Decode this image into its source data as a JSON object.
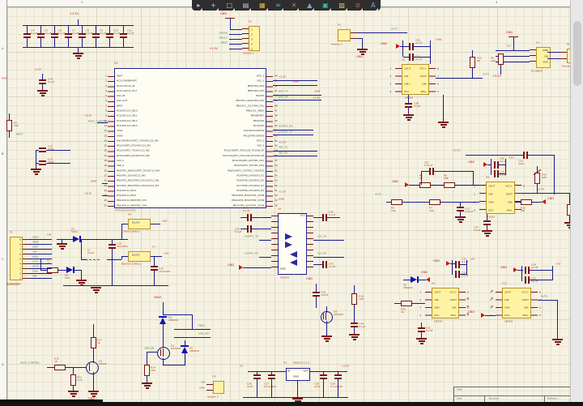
{
  "toolbar": {
    "icons": [
      {
        "name": "cursor-tool-icon",
        "glyph": "▸",
        "color": "#C8C8C8"
      },
      {
        "name": "crosshair-tool-icon",
        "glyph": "+",
        "color": "#C8C8C8"
      },
      {
        "name": "selection-rect-icon",
        "glyph": "□",
        "color": "#C8C8C8"
      },
      {
        "name": "align-tool-icon",
        "glyph": "▤",
        "color": "#C8C8C8"
      },
      {
        "name": "place-part-icon",
        "glyph": "▦",
        "color": "#E2B93B"
      },
      {
        "name": "place-wire-icon",
        "glyph": "≈",
        "color": "#59C2C2"
      },
      {
        "name": "probe-tool-icon",
        "glyph": "✕",
        "color": "#D96A6A"
      },
      {
        "name": "directive-flag-icon",
        "glyph": "▲",
        "color": "#7FA3E0"
      },
      {
        "name": "place-sheet-icon",
        "glyph": "▣",
        "color": "#3FBFA9"
      },
      {
        "name": "place-image-icon",
        "glyph": "▧",
        "color": "#E2C94B"
      },
      {
        "name": "no-erc-icon",
        "glyph": "⊘",
        "color": "#E05555"
      },
      {
        "name": "place-text-icon",
        "glyph": "A",
        "color": "#6FA8FF"
      }
    ]
  },
  "sheet": {
    "zones_left": {
      "a": "A",
      "b": "B",
      "c": "C",
      "d": "D"
    },
    "zones_top": {
      "n1": "1",
      "n4": "4"
    }
  },
  "title_block": {
    "title": "Title",
    "size": "Size",
    "number": "Number",
    "revision": "Revision"
  },
  "power": {
    "p33": "+3.3V",
    "p5": "+5V",
    "gnd": "GND",
    "vin": "VIN",
    "vbus": "VBUS"
  },
  "nets": {
    "out1": "OUT1",
    "out2": "OUT2",
    "out3": "OUT3",
    "out4": "OUT4",
    "out5": "OUT5",
    "swdio": "SWDIO",
    "swclk": "SWCLK",
    "nrst": "NRST",
    "u1tx": "USART1_TX",
    "u1rx": "USART1_RX",
    "tx232": "232_TX",
    "rx232": "232_RX",
    "dq": "DQ",
    "heat": "HEAT_CONTROL",
    "wtx": "WIFI_TX",
    "wrx": "WIFI_RX",
    "rtx": "485_TX",
    "rrx": "485_RX",
    "usbdet": "USB_DET",
    "usben": "USB_EN",
    "v5": "5V"
  },
  "mcu": {
    "ref": "U1",
    "part": "STM32F103VCT6",
    "left_pins": "VBAT\nPC13-TAMPER-RTC\nPC14-OSC32_IN\nPC15-OSC32_OUT\nOSC_IN\nOSC_OUT\nNRST\nPC0/ADC123_IN10\nPC1/ADC123_IN11\nPC2/ADC123_IN12\nPC3/ADC123_IN13\nVSSA\nVDDA\nPA0-WKUP/USART2_CTS/ADC123_IN0\nPA1/USART2_RTS/ADC123_IN1\nPA2/USART2_TX/ADC123_IN2\nPA3/USART2_RX/ADC123_IN3\nVSS_4\nVDD_4\nPA4/SPI1_NSS/USART2_CK/ADC12_IN4\nPA5/SPI1_SCK/ADC12_IN5\nPA6/SPI1_MISO/TIM3_CH1/ADC12_IN6\nPA7/SPI1_MOSI/TIM3_CH2/ADC12_IN7\nPC4/ADC12_IN14\nPC5/ADC12_IN15\nPB0/ADC12_IN8/TIM3_CH3\nPB1/ADC12_IN9/TIM3_CH4",
    "right_pins": "VDD_3\nVSS_3\nPB9/TIM4_CH4\nPB8/TIM4_CH3\nBOOT0\nPB7/I2C1_SDA/TIM4_CH2\nPB6/I2C1_SCL/TIM4_CH1\nPB5/I2C1_SMBA\nPB4/JNTRST\nPB3/JTDO\nPA15/JTDI\nPA14/JTCK-SWCLK\nPA13/JTMS-SWDIO\nVDD_2\nVSS_2\nPA12/USART1_RTS/CAN_TX/USB_DP\nPA11/USART1_CTS/CAN_RX/USB_DM\nPA10/USART1_RX/TIM1_CH3\nPA9/USART1_TX/TIM1_CH2\nPA8/USART1_CK/TIM1_CH1/MCO\nPC9/TIM8_CH4/SDIO_D1\nPC8/TIM8_CH3/SDIO_D0\nPC7/TIM8_CH2/SDIO_D7\nPC6/TIM8_CH1/SDIO_D6\nPB15/SPI2_MOSI/TIM1_CH3N\nPB14/SPI2_MISO/TIM1_CH2N\nPB13/SPI2_SCK/TIM1_CH1N",
    "left_nums": "1\n2\n3\n4\n5\n6\n7\n8\n9\n10\n11\n12\n13\n14\n15\n16\n17\n18\n19\n20\n21\n22\n23\n24\n25\n26\n27",
    "right_nums": "54\n53\n52\n51\n50\n49\n48\n47\n46\n45\n44\n43\n42\n41\n40\n39\n38\n37\n36\n35\n34\n33\n32\n31\n30\n29\n28"
  },
  "opamp": {
    "left": "1OUT\n1IN-\n1IN+\nVCC-",
    "right": "VCC+\n2OUT\n2IN-\n2IN+",
    "lnums": "1\n2\n3\n4",
    "rnums": "8\n7\n6\n5"
  },
  "rs232": {
    "ref": "U6",
    "part": "SP3232",
    "vcc": "VCC",
    "gnd": "GND"
  },
  "ds18b20": {
    "ref": "U3",
    "part": "DS18B20",
    "pins": "GND\nDQ\nVDD"
  },
  "regs": {
    "u4": {
      "ref": "U4",
      "body": "DC/DC",
      "part": "K7805-1000(L)"
    },
    "u7": {
      "ref": "U7",
      "body": "DC/DC",
      "part": "B0505S-1000(L)"
    },
    "u9": {
      "ref": "U9",
      "part": "AMS1117-3.3",
      "pin_in": "IN",
      "pin_out": "OUT",
      "pin_gnd": "GND"
    }
  },
  "headers": {
    "p1": {
      "ref": "P1",
      "name": "电源接线端子",
      "nets": "485A\n485B\nGND\nVIN\nGND\nOUT1\nOUT2\nGND\nVIN",
      "nums": "9\n8\n7\n6\n5\n4\n3\n2\n1"
    },
    "p2": {
      "ref": "P2",
      "name": "Header 5",
      "nums": "1\n2\n3\n4\n5"
    },
    "p3": {
      "ref": "P3",
      "name": "Header 2"
    },
    "p4": {
      "ref": "P4",
      "name": "Header 2"
    },
    "p5": {
      "ref": "P5",
      "name": "Header 2"
    }
  },
  "parts": {
    "c4": "C4\n0.1uF",
    "c5": "C5\n0.1uF",
    "c6": "C6\n0.1uF",
    "c7": "C7\n0.1uF",
    "c8": "C8\n0.1uF",
    "c9": "C9\n0.1uF",
    "c10": "C10\n0.1uF",
    "c11": "C11\n0.1uF",
    "c12": "C12\n22pF",
    "c13": "C13\n22pF",
    "c14": "C14\n0.1uF",
    "r3": "R3\n10K",
    "d1": "D1\nSS34",
    "c16": "C16\n10uF/50V",
    "l1": "L1\n22uH",
    "c17": "C17\n10uF/50V",
    "c20": "C20\n10uF/16V",
    "r2": "R2\n1K",
    "d2": "D2\nLED",
    "c40": "C40\n0.1uF",
    "c41": "C41\n0.1uF",
    "c42": "C42\n0.1uF",
    "c43": "C43\n0.1uF",
    "u2": "U2",
    "u2p": "LM358",
    "c26": "C26\n0.1uF",
    "c27": "C27\n0.1uF",
    "r12": "R12\n5K",
    "c28": "C28\n4.7uF",
    "r9": "R9\n10K",
    "r4": "R4\n15K",
    "r5": "R5\n2K",
    "r6": "R6\n18K",
    "r7": "R7\n10K",
    "c21": "C21\n0.01uF",
    "c22": "C22\n0.01uF",
    "c23": "C23\n22pF",
    "c24": "C24\n0.1uF",
    "c25": "C25\n0.1uF",
    "u5": "U5",
    "u5p": "TL082",
    "r10": "R10\n10K",
    "r11": "R11\n1K",
    "r13": "R13\n1K",
    "c29": "C29\n0.1uF",
    "d3": "D3\n1N4001",
    "u8": "U8",
    "u8p": "LM358",
    "r20": "R20\n1K",
    "c31": "C31\n4.7uF",
    "c32": "C32\n0.1uF",
    "c33": "C33\n0.1uF",
    "u11": "U11",
    "u11p": "LM358",
    "c34": "C34\n4.7uF",
    "c35": "C35\n0.1uF",
    "c30": "C30\n100nF",
    "q2": "Q2\nAO3400",
    "r18": "R18\n10K",
    "c44": "C44\n0.1uF",
    "d4": "D4\n1N5819",
    "d5": "D5\n1N5819",
    "q1": "Q1\nAO3400",
    "r14": "R14\n10K",
    "r15": "R15\n1K",
    "r21": "R21\n4.7K",
    "r17": "R17\n1K",
    "q3": "Q3\nS8050",
    "c36": "C36\n22uF",
    "c37": "C37\n0.1uF/50V",
    "c38": "C38\n22uF",
    "c39": "C39\n0.1uF/50V"
  }
}
